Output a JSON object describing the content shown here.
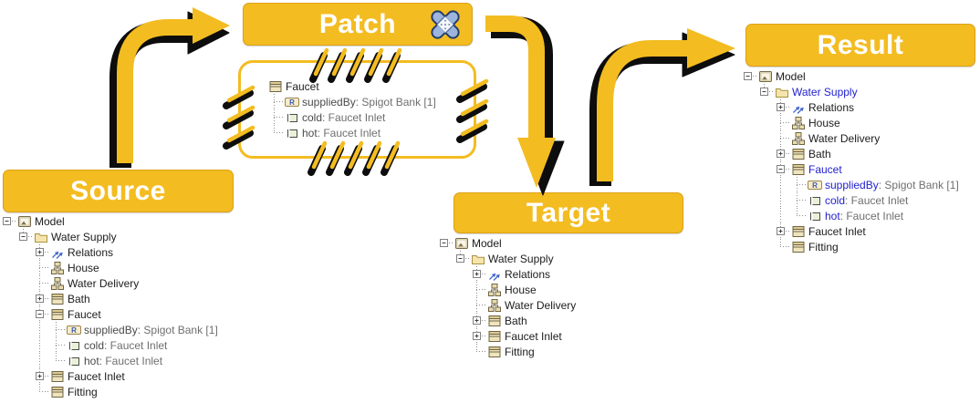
{
  "banners": {
    "source": {
      "label": "Source"
    },
    "patch": {
      "label": "Patch"
    },
    "target": {
      "label": "Target"
    },
    "result": {
      "label": "Result"
    }
  },
  "colors": {
    "accent_yellow": "#F3BC21",
    "arrow_shadow_black": "#0d0d0d",
    "banner_text": "#FFFFFF",
    "modified_blue": "#2121CF",
    "tree_text": "#1C1C1C",
    "feature_type_text": "#6F6F6F",
    "bandage_blue": "#9DB4DD"
  },
  "patch_detail": {
    "nodes": [
      {
        "depth": 0,
        "icon": "class-icon",
        "label": "Faucet"
      },
      {
        "depth": 1,
        "icon": "reference-icon",
        "label": "suppliedBy",
        "suffix": " : Spigot Bank [1]",
        "dim": true
      },
      {
        "depth": 1,
        "icon": "port-icon",
        "label": "cold",
        "suffix": " : Faucet Inlet",
        "dim": true
      },
      {
        "depth": 1,
        "icon": "port-icon",
        "label": "hot",
        "suffix": " : Faucet Inlet",
        "dim": true
      }
    ]
  },
  "source_tree": {
    "nodes": [
      {
        "depth": 0,
        "exp": "minus",
        "icon": "model-icon",
        "label": "Model"
      },
      {
        "depth": 1,
        "exp": "minus",
        "icon": "folder-icon",
        "label": "Water Supply"
      },
      {
        "depth": 2,
        "exp": "plus",
        "icon": "relations-icon",
        "label": "Relations"
      },
      {
        "depth": 2,
        "icon": "component-icon",
        "label": "House"
      },
      {
        "depth": 2,
        "icon": "component-icon",
        "label": "Water Delivery"
      },
      {
        "depth": 2,
        "exp": "plus",
        "icon": "class-icon",
        "label": "Bath"
      },
      {
        "depth": 2,
        "exp": "minus",
        "icon": "class-icon",
        "label": "Faucet"
      },
      {
        "depth": 3,
        "icon": "reference-icon",
        "label": "suppliedBy",
        "suffix": " : Spigot Bank [1]",
        "dim": true
      },
      {
        "depth": 3,
        "icon": "port-icon",
        "label": "cold",
        "suffix": " : Faucet Inlet",
        "dim": true
      },
      {
        "depth": 3,
        "icon": "port-icon",
        "label": "hot",
        "suffix": " : Faucet Inlet",
        "dim": true
      },
      {
        "depth": 2,
        "exp": "plus",
        "icon": "class-icon",
        "label": "Faucet Inlet"
      },
      {
        "depth": 2,
        "icon": "class-icon",
        "label": "Fitting"
      }
    ]
  },
  "target_tree": {
    "nodes": [
      {
        "depth": 0,
        "exp": "minus",
        "icon": "model-icon",
        "label": "Model"
      },
      {
        "depth": 1,
        "exp": "minus",
        "icon": "folder-icon",
        "label": "Water Supply"
      },
      {
        "depth": 2,
        "exp": "plus",
        "icon": "relations-icon",
        "label": "Relations"
      },
      {
        "depth": 2,
        "icon": "component-icon",
        "label": "House"
      },
      {
        "depth": 2,
        "icon": "component-icon",
        "label": "Water Delivery"
      },
      {
        "depth": 2,
        "exp": "plus",
        "icon": "class-icon",
        "label": "Bath"
      },
      {
        "depth": 2,
        "exp": "plus",
        "icon": "class-icon",
        "label": "Faucet Inlet"
      },
      {
        "depth": 2,
        "icon": "class-icon",
        "label": "Fitting"
      }
    ]
  },
  "result_tree": {
    "nodes": [
      {
        "depth": 0,
        "exp": "minus",
        "icon": "model-icon",
        "label": "Model"
      },
      {
        "depth": 1,
        "exp": "minus",
        "icon": "folder-icon",
        "label": "Water Supply",
        "mod": true
      },
      {
        "depth": 2,
        "exp": "plus",
        "icon": "relations-icon",
        "label": "Relations"
      },
      {
        "depth": 2,
        "icon": "component-icon",
        "label": "House"
      },
      {
        "depth": 2,
        "icon": "component-icon",
        "label": "Water Delivery"
      },
      {
        "depth": 2,
        "exp": "plus",
        "icon": "class-icon",
        "label": "Bath"
      },
      {
        "depth": 2,
        "exp": "minus",
        "icon": "class-icon",
        "label": "Faucet",
        "mod": true
      },
      {
        "depth": 3,
        "icon": "reference-icon",
        "label": "suppliedBy",
        "suffix": " : Spigot Bank [1]",
        "mod": true
      },
      {
        "depth": 3,
        "icon": "port-icon",
        "label": "cold",
        "suffix": " : Faucet Inlet",
        "mod": true
      },
      {
        "depth": 3,
        "icon": "port-icon",
        "label": "hot",
        "suffix": " : Faucet Inlet",
        "mod": true
      },
      {
        "depth": 2,
        "exp": "plus",
        "icon": "class-icon",
        "label": "Faucet Inlet"
      },
      {
        "depth": 2,
        "icon": "class-icon",
        "label": "Fitting"
      }
    ]
  }
}
